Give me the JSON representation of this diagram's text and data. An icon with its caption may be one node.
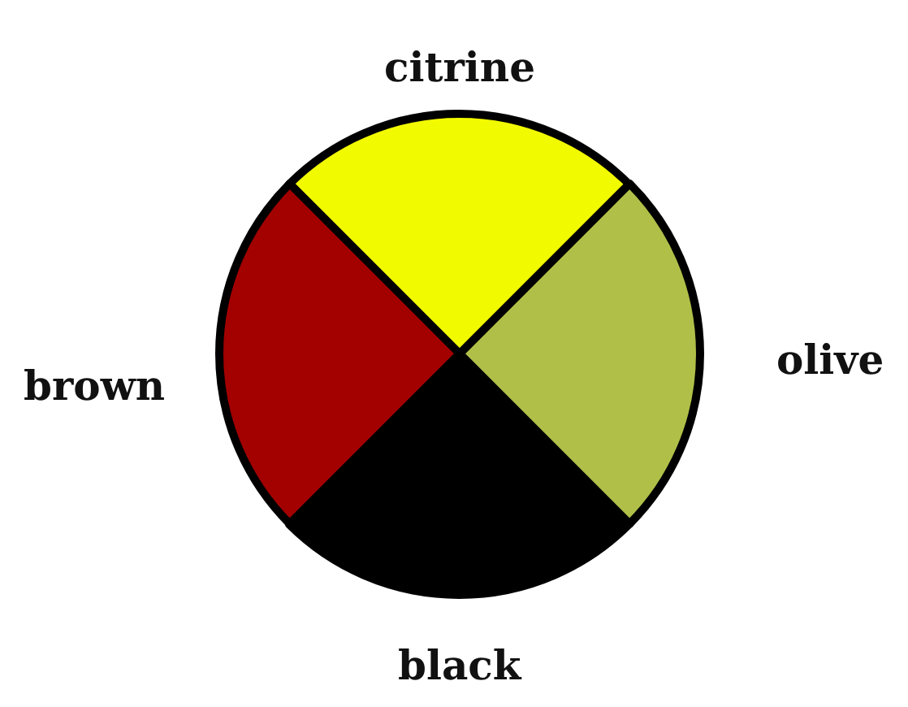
{
  "diagram": {
    "nodes": [
      {
        "text": [
          "citrine"
        ]
      },
      {
        "text": [
          "brown"
        ]
      },
      {
        "text": [
          "olive"
        ]
      },
      {
        "text": [
          "black"
        ]
      }
    ]
  }
}
